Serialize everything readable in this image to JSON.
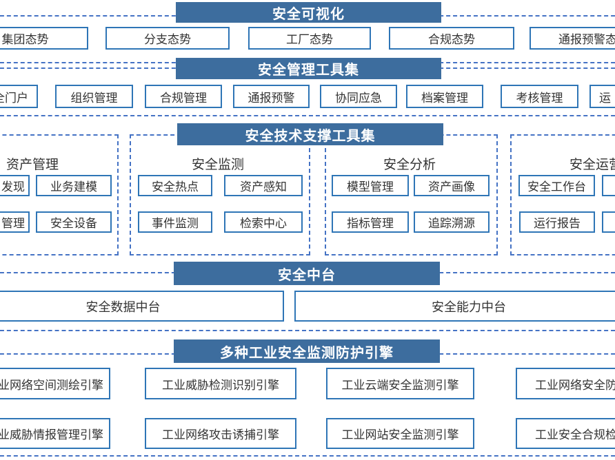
{
  "diagram_title": "industrial-security-architecture",
  "colors": {
    "header_bg": "#3D6D9E",
    "header_text": "#FFFFFF",
    "box_border": "#2E75B6",
    "dashed_border": "#4472C4",
    "label_text": "#333333",
    "background": "#FFFFFF"
  },
  "sections": [
    {
      "header": "安全可视化",
      "boxes": [
        "集团态势",
        "分支态势",
        "工厂态势",
        "合规态势",
        "通报预警态"
      ]
    },
    {
      "header": "安全管理工具集",
      "boxes": [
        "全门户",
        "组织管理",
        "合规管理",
        "通报预警",
        "协同应急",
        "档案管理",
        "考核管理",
        "运"
      ]
    },
    {
      "header": "安全技术支撑工具集",
      "groups": [
        {
          "title": "资产管理",
          "boxes": [
            "发现",
            "业务建模",
            "管理",
            "安全设备"
          ]
        },
        {
          "title": "安全监测",
          "boxes": [
            "安全热点",
            "资产感知",
            "事件监测",
            "检索中心"
          ]
        },
        {
          "title": "安全分析",
          "boxes": [
            "模型管理",
            "资产画像",
            "指标管理",
            "追踪溯源"
          ]
        },
        {
          "title": "安全运营",
          "boxes": [
            "安全工作台",
            "",
            "运行报告",
            ""
          ]
        }
      ]
    },
    {
      "header": "安全中台",
      "boxes": [
        "安全数据中台",
        "安全能力中台"
      ]
    },
    {
      "header": "多种工业安全监测防护引擎",
      "boxes": [
        "业网络空间测绘引擎",
        "工业威胁检测识别引擎",
        "工业云端安全监测引擎",
        "工业网络安全防",
        "业威胁情报管理引擎",
        "工业网络攻击诱捕引擎",
        "工业网站安全监测引擎",
        "工业安全合规检"
      ]
    }
  ]
}
